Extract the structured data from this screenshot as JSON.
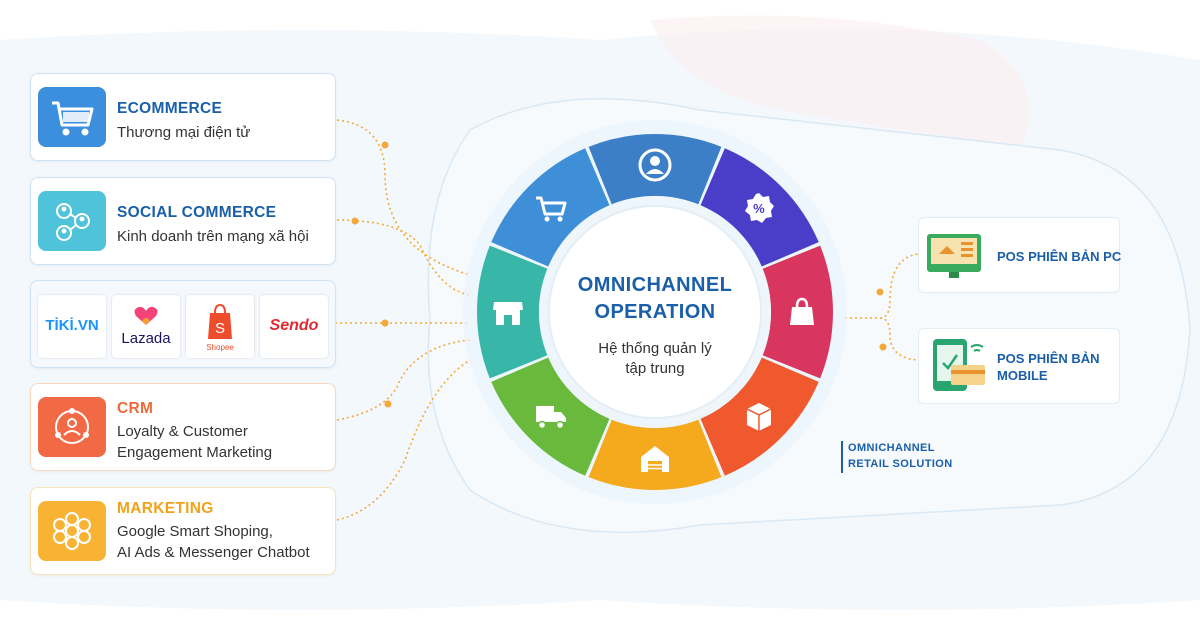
{
  "colors": {
    "primary": "#1a5fa8",
    "connector": "#f2a93b",
    "ring": [
      "#3d7fc7",
      "#4a3ec9",
      "#d9365f",
      "#f0582e",
      "#f5a91c",
      "#68b93c",
      "#38b6a8",
      "#3f8fd8"
    ]
  },
  "left_cards": [
    {
      "title": "ECOMMERCE",
      "subtitle": "Thương mại điện tử",
      "icon": "shopping-cart-icon"
    },
    {
      "title": "SOCIAL COMMERCE",
      "subtitle": "Kinh doanh trên mạng xã hội",
      "icon": "social-network-icon"
    },
    {
      "title": "CRM",
      "subtitle_lines": [
        "Loyalty & Customer",
        "Engagement Marketing"
      ],
      "icon": "crm-people-icon"
    },
    {
      "title": "MARKETING",
      "subtitle_lines": [
        "Google Smart Shoping,",
        "AI Ads & Messenger Chatbot"
      ],
      "icon": "marketing-flower-icon"
    }
  ],
  "marketplaces": [
    {
      "name": "TIKI.VN",
      "display": "TİKİ.VN",
      "color": "#1a94ff"
    },
    {
      "name": "Lazada",
      "display": "Lazada",
      "color": "#1b1464"
    },
    {
      "name": "Shopee",
      "display": "Shopee",
      "color": "#ee4d2d"
    },
    {
      "name": "Sendo",
      "display": "Sendo",
      "color": "#e32a32"
    }
  ],
  "center": {
    "title_lines": [
      "OMNICHANNEL",
      "OPERATION"
    ],
    "subtitle_lines": [
      "Hệ thống quản lý",
      "tập trung"
    ]
  },
  "ring_icons": [
    "user-profile-icon",
    "discount-icon",
    "shopping-bag-icon",
    "package-box-icon",
    "warehouse-icon",
    "delivery-truck-icon",
    "storefront-icon",
    "shopping-cart-icon"
  ],
  "right_cards": [
    {
      "label_lines": [
        "POS PHIÊN BẢN PC"
      ],
      "icon": "pos-pc-icon"
    },
    {
      "label_lines": [
        "POS PHIÊN BẢN",
        "MOBILE"
      ],
      "icon": "pos-mobile-icon"
    }
  ],
  "brand_label_lines": [
    "OMNICHANNEL",
    "RETAIL SOLUTION"
  ]
}
